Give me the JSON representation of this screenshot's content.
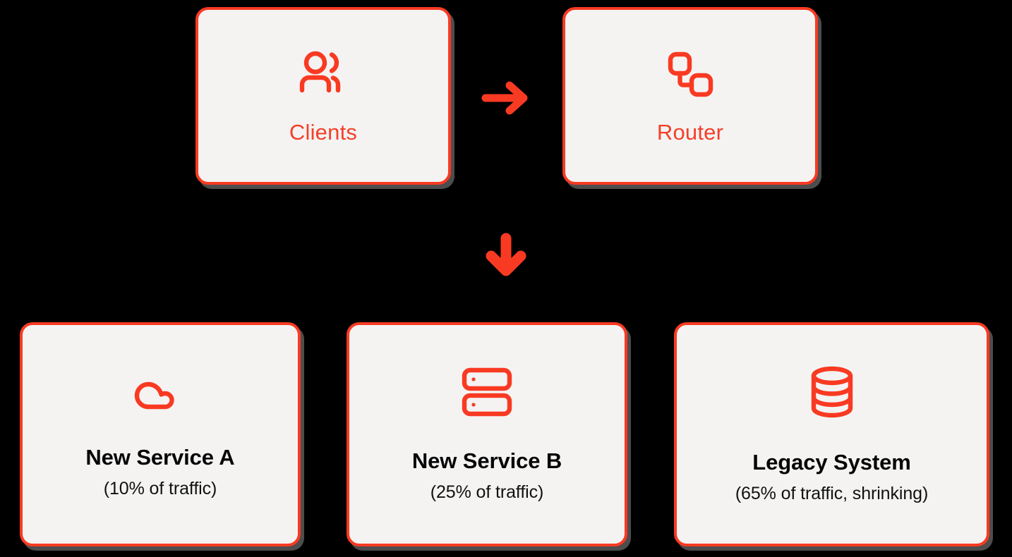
{
  "theme": {
    "background": "#000000",
    "card_fill": "#F4F3F2",
    "accent": "#F93A22",
    "accent_text": "#F4402A",
    "title_text": "#050505",
    "subtitle_text": "#111111",
    "shadow": "#5A5A5A"
  },
  "top_row": [
    {
      "id": "clients",
      "label": "Clients",
      "icon": "users-icon"
    },
    {
      "id": "router",
      "label": "Router",
      "icon": "network-nodes-icon"
    }
  ],
  "arrows": [
    {
      "id": "clients-to-router",
      "direction": "right",
      "icon": "arrow-right-icon"
    },
    {
      "id": "router-to-services",
      "direction": "down",
      "icon": "arrow-down-icon"
    }
  ],
  "bottom_row": [
    {
      "id": "service-a",
      "title": "New Service A",
      "subtitle": "(10% of traffic)",
      "icon": "cloud-icon",
      "traffic_percent": 10
    },
    {
      "id": "service-b",
      "title": "New Service B",
      "subtitle": "(25% of traffic)",
      "icon": "server-icon",
      "traffic_percent": 25
    },
    {
      "id": "legacy",
      "title": "Legacy System",
      "subtitle": "(65% of traffic, shrinking)",
      "icon": "database-icon",
      "traffic_percent": 65
    }
  ]
}
